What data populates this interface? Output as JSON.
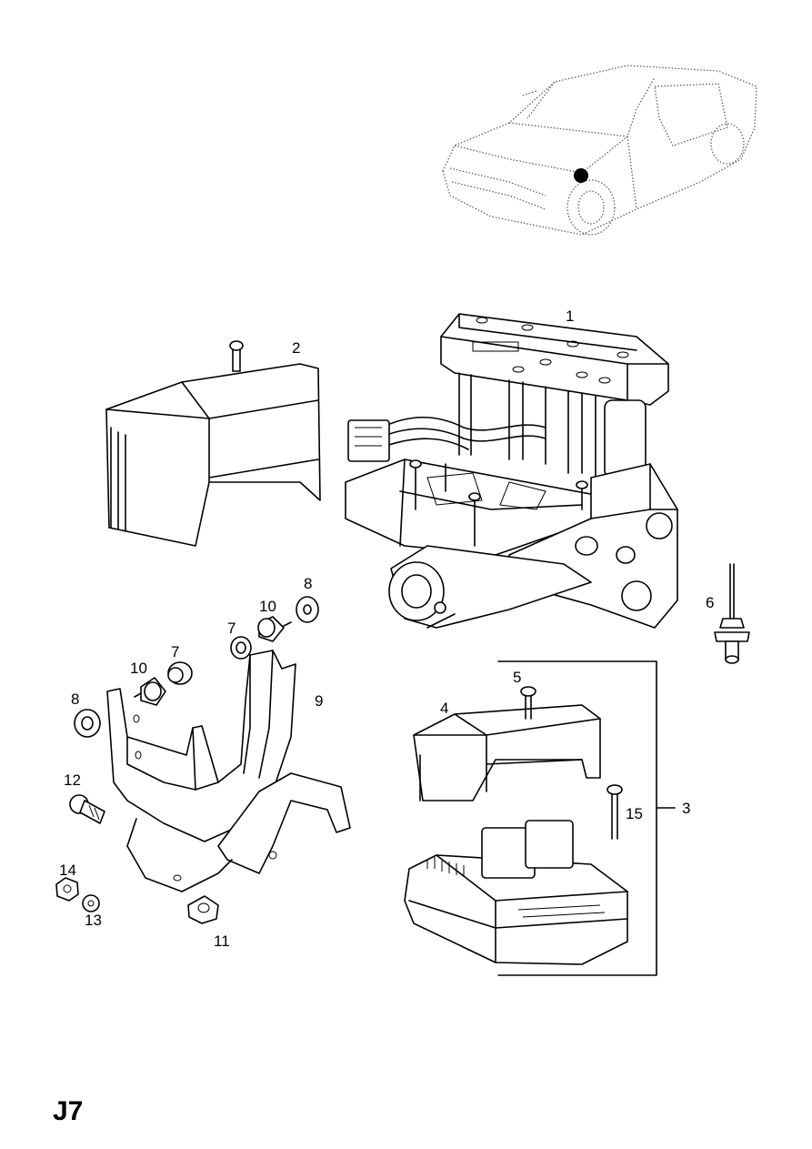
{
  "page_code": "J7",
  "callouts": {
    "c1": "1",
    "c2": "2",
    "c3": "3",
    "c4": "4",
    "c5": "5",
    "c6": "6",
    "c7a": "7",
    "c7b": "7",
    "c8a": "8",
    "c8b": "8",
    "c9": "9",
    "c10a": "10",
    "c10b": "10",
    "c11": "11",
    "c12": "12",
    "c13": "13",
    "c14": "14",
    "c15": "15"
  }
}
